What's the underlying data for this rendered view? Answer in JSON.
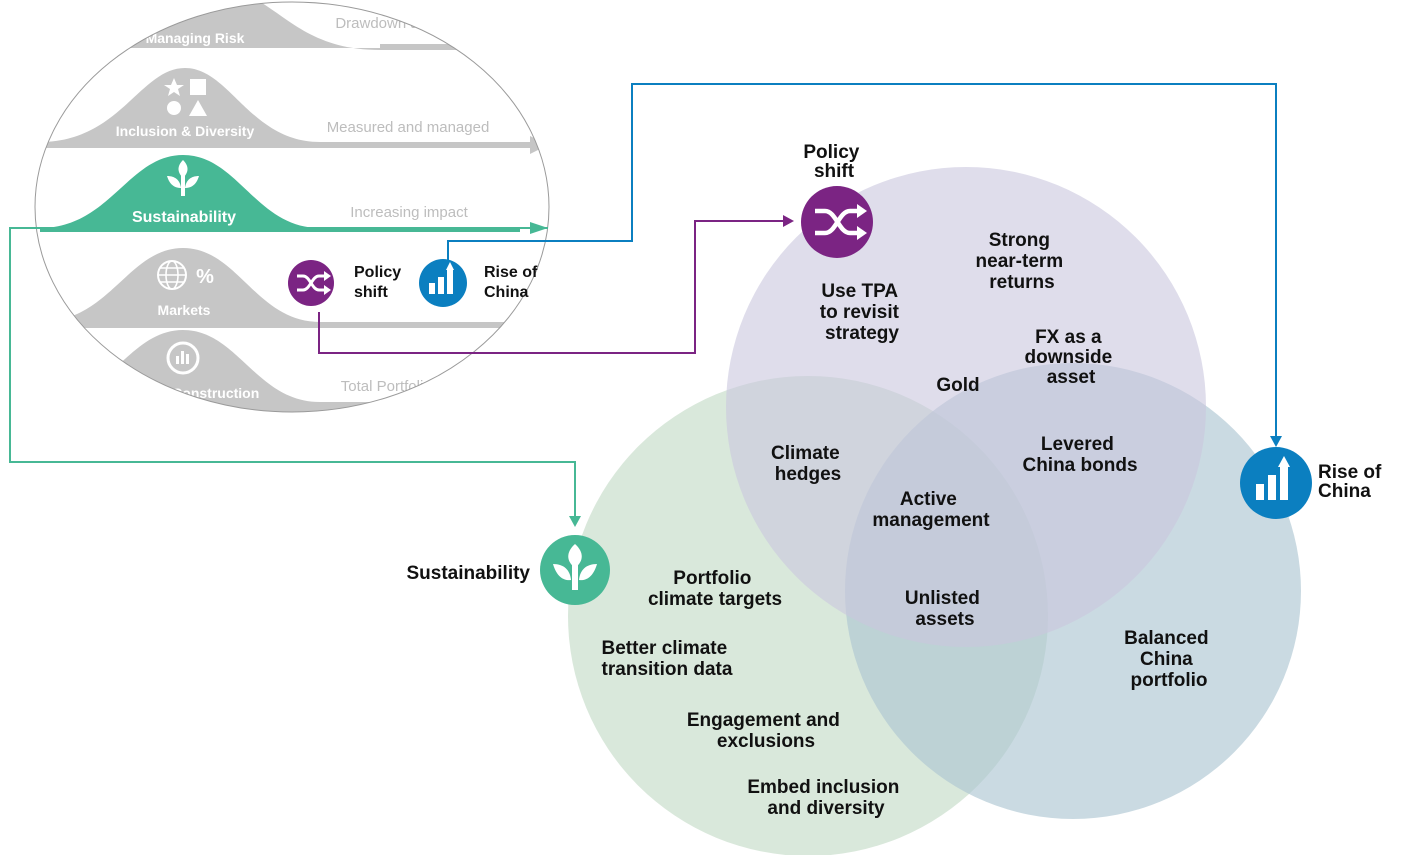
{
  "lanes": [
    {
      "title": "Managing Risk",
      "description": "Drawdown and path dependency"
    },
    {
      "title": "Inclusion & Diversity",
      "description": "Measured and managed"
    },
    {
      "title": "Sustainability",
      "description": "Increasing impact"
    },
    {
      "title": "Markets",
      "description": ""
    },
    {
      "title": "Portfolio Construction",
      "description": "Total Portfolio Approach"
    }
  ],
  "inset_icons": {
    "policy_shift": [
      "Policy",
      "shift"
    ],
    "rise_of_china": [
      "Rise of",
      "China"
    ]
  },
  "themes": {
    "policy_shift": [
      "Policy",
      "shift"
    ],
    "rise_of_china": [
      "Rise of",
      "China"
    ],
    "sustainability": "Sustainability"
  },
  "venn": {
    "policy_only": [
      [
        "Strong",
        "near-term",
        "returns"
      ],
      [
        "Use TPA",
        "to revisit",
        "strategy"
      ],
      [
        "Gold"
      ]
    ],
    "policy_china": [
      [
        "FX as a",
        "downside",
        "asset"
      ],
      [
        "Levered",
        "China bonds"
      ]
    ],
    "policy_sustainability": [
      [
        "Climate",
        "hedges"
      ]
    ],
    "all_three": [
      [
        "Active",
        "management"
      ],
      [
        "Unlisted",
        "assets"
      ]
    ],
    "china_only": [
      [
        "Balanced",
        "China",
        "portfolio"
      ]
    ],
    "sustainability_only": [
      [
        "Portfolio",
        "climate targets"
      ],
      [
        "Better climate",
        "transition data"
      ],
      [
        "Engagement and",
        "exclusions"
      ],
      [
        "Embed inclusion",
        "and diversity"
      ]
    ]
  },
  "colors": {
    "policy": "#7b2483",
    "china": "#0b7fc0",
    "sustainability": "#47b895",
    "policy_circle": "#c9c7dd",
    "china_circle": "#aec6d2",
    "sustainability_circle": "#c4dcc7",
    "lane_grey": "#c6c6c6"
  }
}
